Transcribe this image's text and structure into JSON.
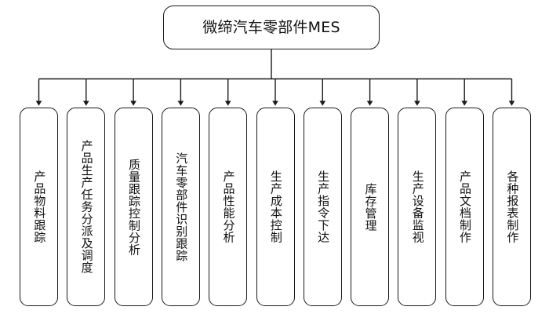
{
  "diagram": {
    "title": "微缔汽车零部件MES",
    "type": "organization-tree",
    "orientation": "top-down",
    "root": {
      "label": "微缔汽车零部件MES"
    },
    "children": [
      {
        "label": "产品物料跟踪"
      },
      {
        "label": "产品生产任务分派及调度"
      },
      {
        "label": "质量跟踪控制分析"
      },
      {
        "label": "汽车零部件识别跟踪"
      },
      {
        "label": "产品性能分析"
      },
      {
        "label": "生产成本控制"
      },
      {
        "label": "生产指令下达"
      },
      {
        "label": "库存管理"
      },
      {
        "label": "生产设备监视"
      },
      {
        "label": "产品文档制作"
      },
      {
        "label": "各种报表制作"
      }
    ],
    "colors": {
      "background": "#ffffff",
      "node_fill": "#ffffff",
      "node_border": "#1a1a1a",
      "connector": "#1a1a1a",
      "text": "#111111"
    }
  }
}
